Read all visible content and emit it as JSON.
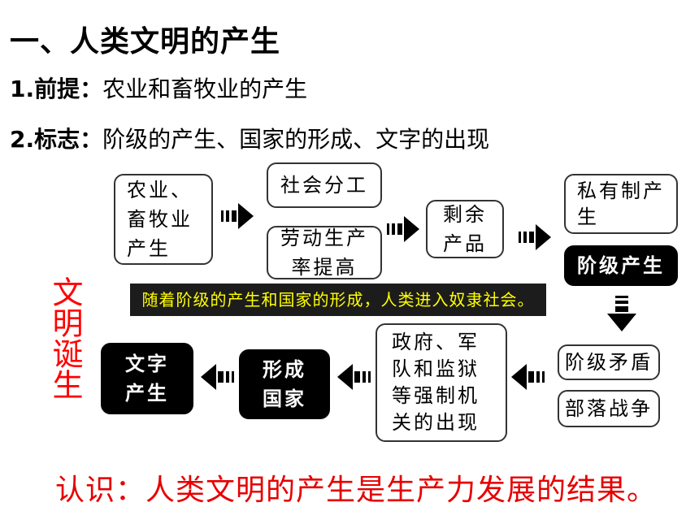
{
  "heading": "一、人类文明的产生",
  "premise": {
    "label": "1.前提：",
    "text": "农业和畜牧业的产生"
  },
  "sign": {
    "label": "2.标志：",
    "text": "阶级的产生、国家的形成、文字的出现"
  },
  "diagram": {
    "box_agriculture": "农业、\n畜牧业\n产生",
    "box_division": "社会分工",
    "box_productivity": "劳动生产\n率提高",
    "box_surplus": "剩余\n产品",
    "box_private": "私有制产\n生",
    "box_class": "阶级产生",
    "banner": "随着阶级的产生和国家的形成，人类进入奴隶社会。",
    "box_conflict": "阶级矛盾",
    "box_war": "部落战争",
    "box_organs": "政府、军\n队和监狱\n等强制机\n关的出现",
    "box_state": "形成\n国家",
    "box_writing": "文字\n产生",
    "civilization_vertical": "文明诞生"
  },
  "conclusion": "认识：人类文明的产生是生产力发展的结果。",
  "colors": {
    "accent_red": "#e60000",
    "banner_text": "#ffff00",
    "black": "#000000"
  }
}
